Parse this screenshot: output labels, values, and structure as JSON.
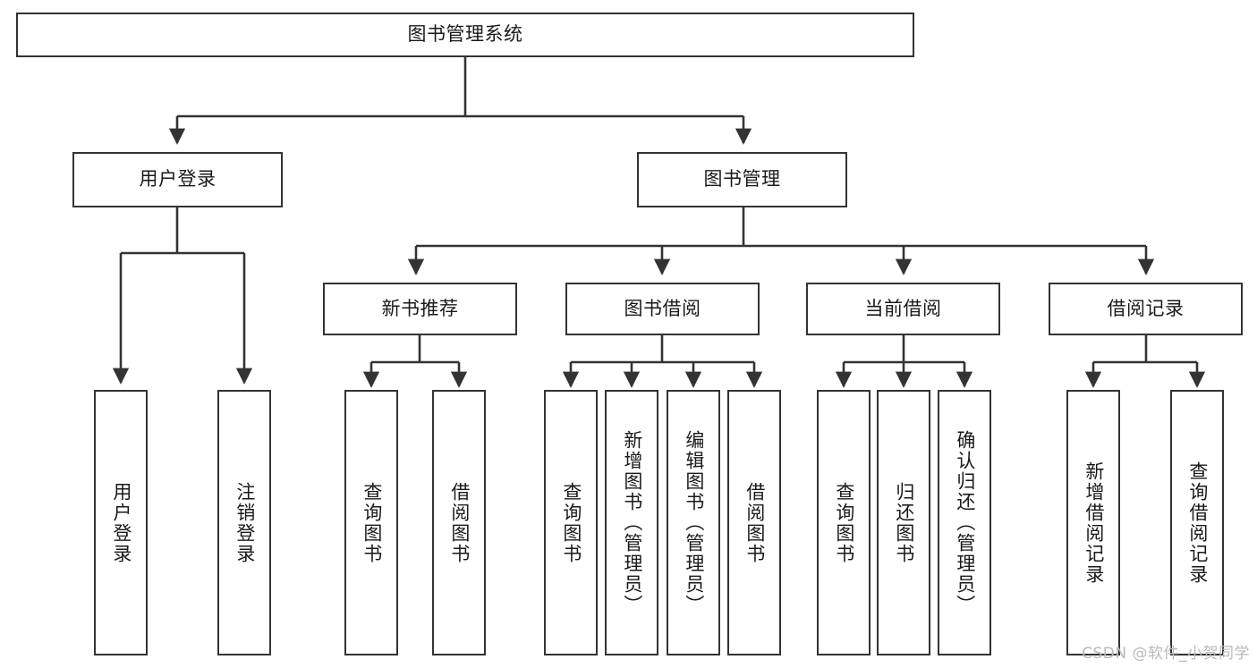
{
  "diagram": {
    "title": "图书管理系统",
    "type": "tree-hierarchy",
    "watermark": "CSDN @软件_小贺同学",
    "colors": {
      "border": "#333333",
      "background": "#ffffff",
      "text": "#1a1a1a",
      "watermark": "#b9b9b9"
    },
    "root": {
      "label": "图书管理系统"
    },
    "level2": [
      {
        "label": "用户登录"
      },
      {
        "label": "图书管理"
      }
    ],
    "level3": [
      {
        "label": "新书推荐"
      },
      {
        "label": "图书借阅"
      },
      {
        "label": "当前借阅"
      },
      {
        "label": "借阅记录"
      }
    ],
    "leaves": {
      "user_login": [
        {
          "label": "用户登录"
        },
        {
          "label": "注销登录"
        }
      ],
      "new_book_recommend": [
        {
          "label": "查询图书"
        },
        {
          "label": "借阅图书"
        }
      ],
      "book_borrow": [
        {
          "label": "查询图书"
        },
        {
          "label": "新增图书（管理员）"
        },
        {
          "label": "编辑图书（管理员）"
        },
        {
          "label": "借阅图书"
        }
      ],
      "current_borrow": [
        {
          "label": "查询图书"
        },
        {
          "label": "归还图书"
        },
        {
          "label": "确认归还（管理员）"
        }
      ],
      "borrow_record": [
        {
          "label": "新增借阅记录"
        },
        {
          "label": "查询借阅记录"
        }
      ]
    }
  }
}
